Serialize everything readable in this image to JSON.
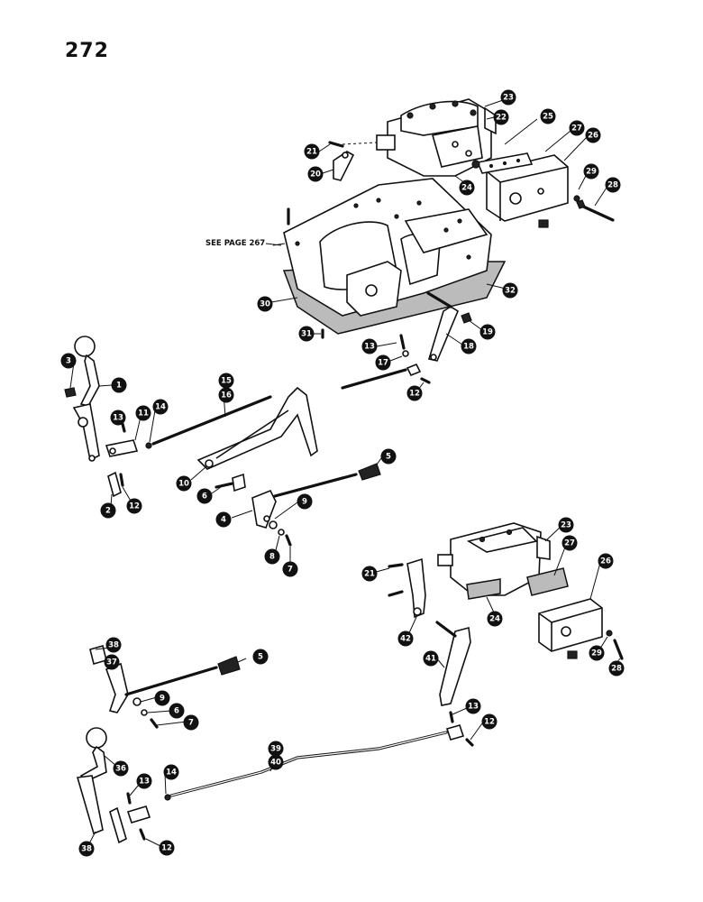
{
  "page_number": "272",
  "see_page_note": "SEE PAGE 267",
  "callouts": [
    {
      "id": "c23a",
      "label": "23"
    },
    {
      "id": "c22",
      "label": "22"
    },
    {
      "id": "c25a",
      "label": "25"
    },
    {
      "id": "c27a",
      "label": "27"
    },
    {
      "id": "c26a",
      "label": "26"
    },
    {
      "id": "c21a",
      "label": "21"
    },
    {
      "id": "c20a",
      "label": "20"
    },
    {
      "id": "c24a",
      "label": "24"
    },
    {
      "id": "c29a",
      "label": "29"
    },
    {
      "id": "c28a",
      "label": "28"
    },
    {
      "id": "c30",
      "label": "30"
    },
    {
      "id": "c32",
      "label": "32"
    },
    {
      "id": "c31",
      "label": "31"
    },
    {
      "id": "c19",
      "label": "19"
    },
    {
      "id": "c18",
      "label": "18"
    },
    {
      "id": "c13a",
      "label": "13"
    },
    {
      "id": "c17",
      "label": "17"
    },
    {
      "id": "c12a",
      "label": "12"
    },
    {
      "id": "c3",
      "label": "3"
    },
    {
      "id": "c1",
      "label": "1"
    },
    {
      "id": "c15",
      "label": "15"
    },
    {
      "id": "c16a",
      "label": "16"
    },
    {
      "id": "c13b",
      "label": "13"
    },
    {
      "id": "c11",
      "label": "11"
    },
    {
      "id": "c14a",
      "label": "14"
    },
    {
      "id": "c10",
      "label": "10"
    },
    {
      "id": "c5",
      "label": "5"
    },
    {
      "id": "c6a",
      "label": "6"
    },
    {
      "id": "c9a",
      "label": "9"
    },
    {
      "id": "c4",
      "label": "4"
    },
    {
      "id": "c8a",
      "label": "8"
    },
    {
      "id": "c7a",
      "label": "7"
    },
    {
      "id": "c2",
      "label": "2"
    },
    {
      "id": "c12b",
      "label": "12"
    },
    {
      "id": "c23b",
      "label": "23"
    },
    {
      "id": "c21b",
      "label": "21"
    },
    {
      "id": "c27b",
      "label": "27"
    },
    {
      "id": "c26b",
      "label": "26"
    },
    {
      "id": "c24b",
      "label": "24"
    },
    {
      "id": "c42",
      "label": "42"
    },
    {
      "id": "c29b",
      "label": "29"
    },
    {
      "id": "c28b",
      "label": "28"
    },
    {
      "id": "c41",
      "label": "41"
    },
    {
      "id": "c38a",
      "label": "38"
    },
    {
      "id": "c37",
      "label": "37"
    },
    {
      "id": "c5b",
      "label": "5"
    },
    {
      "id": "c9b",
      "label": "9"
    },
    {
      "id": "c6b",
      "label": "6"
    },
    {
      "id": "c7b",
      "label": "7"
    },
    {
      "id": "c13c",
      "label": "13"
    },
    {
      "id": "c12c",
      "label": "12"
    },
    {
      "id": "c39",
      "label": "39"
    },
    {
      "id": "c40",
      "label": "40"
    },
    {
      "id": "c36",
      "label": "36"
    },
    {
      "id": "c13d",
      "label": "13"
    },
    {
      "id": "c14b",
      "label": "14"
    },
    {
      "id": "c38b",
      "label": "38"
    },
    {
      "id": "c12d",
      "label": "12"
    }
  ]
}
